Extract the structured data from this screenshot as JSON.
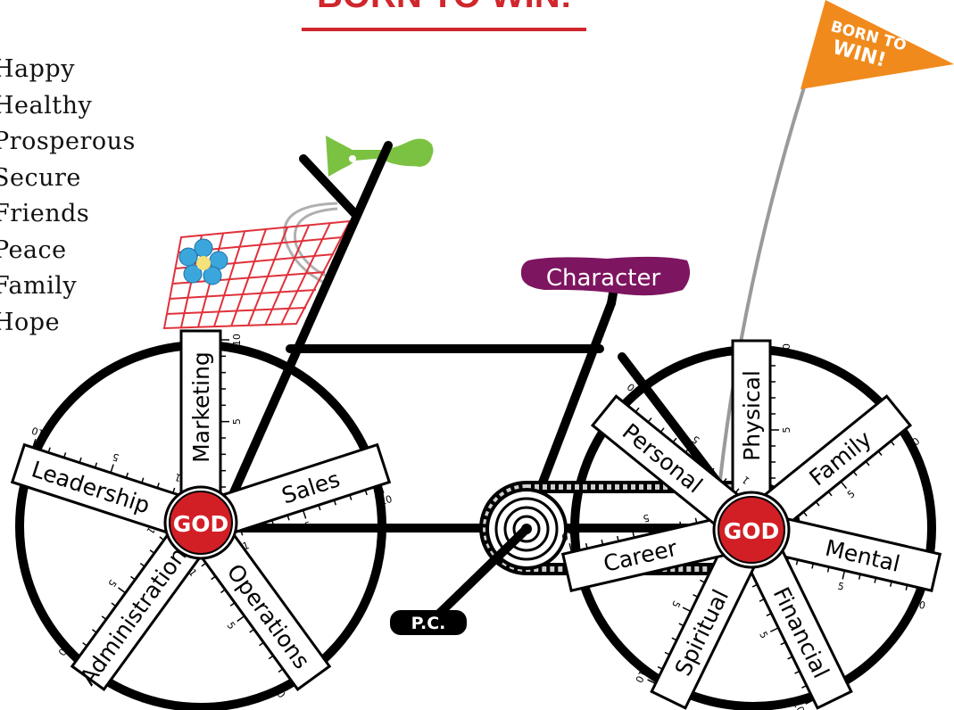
{
  "title": "BORN TO WIN!",
  "qualities": [
    "Happy",
    "Healthy",
    "Prosperous",
    "Secure",
    "Friends",
    "Peace",
    "Family",
    "Hope"
  ],
  "flag_text": [
    "BORN TO",
    "WIN!"
  ],
  "seat_label": "Character",
  "pedal_label": "P.C.",
  "hub_label": "GOD",
  "front_wheel": {
    "spokes": [
      "Marketing",
      "Sales",
      "Operations",
      "Administration",
      "Leadership"
    ]
  },
  "rear_wheel": {
    "spokes": [
      "Physical",
      "Family",
      "Mental",
      "Financial",
      "Spiritual",
      "Career",
      "Personal"
    ]
  },
  "scale_ticks": {
    "low": "1",
    "mid": "5",
    "high": "10"
  },
  "colors": {
    "title_red": "#d0262d",
    "hub_red": "#d21f26",
    "seat_purple": "#7e1561",
    "flag_orange": "#f08a1c",
    "horn_green": "#7cc242",
    "basket_red": "#e0313a",
    "flower_blue": "#3ba6dc",
    "frame_black": "#000000"
  },
  "icons": [
    "horn-icon",
    "flower-icon",
    "flag-icon",
    "chainring-icon",
    "basket-icon"
  ]
}
